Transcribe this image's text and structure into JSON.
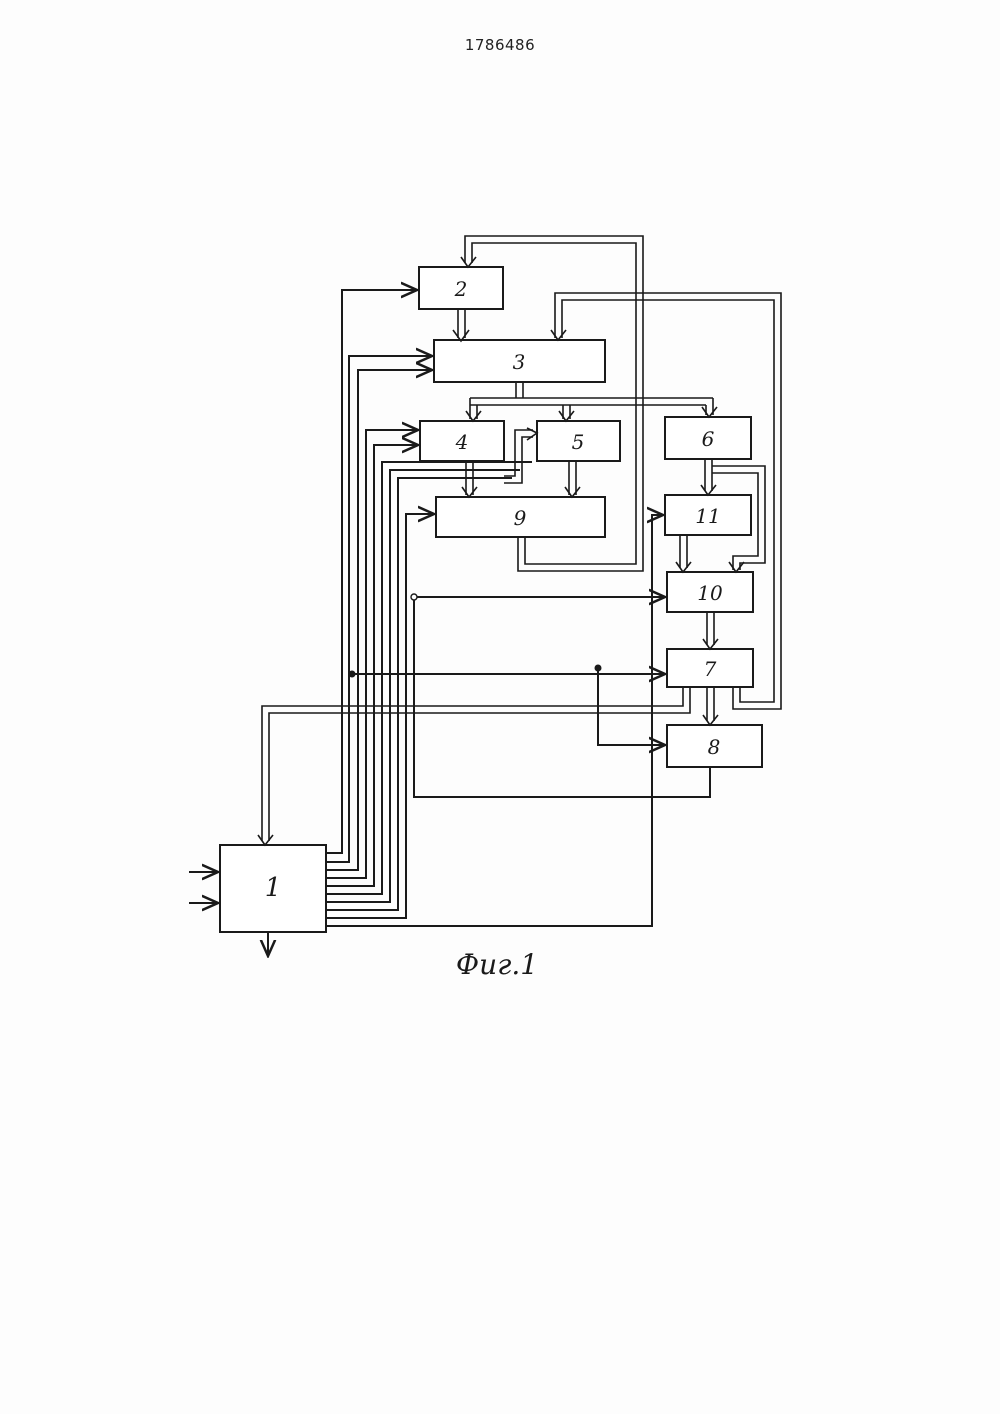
{
  "document": {
    "number": "1786486"
  },
  "figure": {
    "caption": "Фиг.1",
    "blocks": [
      {
        "id": "1",
        "label": "1"
      },
      {
        "id": "2",
        "label": "2"
      },
      {
        "id": "3",
        "label": "3"
      },
      {
        "id": "4",
        "label": "4"
      },
      {
        "id": "5",
        "label": "5"
      },
      {
        "id": "6",
        "label": "6"
      },
      {
        "id": "7",
        "label": "7"
      },
      {
        "id": "8",
        "label": "8"
      },
      {
        "id": "9",
        "label": "9"
      },
      {
        "id": "10",
        "label": "10"
      },
      {
        "id": "11",
        "label": "11"
      }
    ]
  }
}
